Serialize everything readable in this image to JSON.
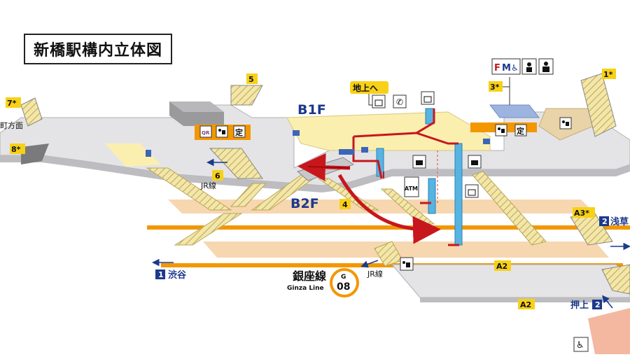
{
  "title": "新橋駅構内立体図",
  "floors": {
    "b1f": "B1F",
    "b2f": "B2F"
  },
  "line": {
    "name": "銀座線",
    "name_en": "Ginza Line",
    "code_letter": "G",
    "code_number": "08",
    "color": "#F39700"
  },
  "exits": {
    "e1": "1*",
    "e3": "3*",
    "e4": "4",
    "e5": "5",
    "e6": "6",
    "e7": "7*",
    "e8": "8*",
    "a2a": "A2",
    "a2b": "A2",
    "a3": "A3*"
  },
  "labels": {
    "to_ground": "地上へ",
    "jr_line_1": "JR線",
    "jr_line_2": "JR線",
    "machi_direction": "町方面",
    "atm": "ATM"
  },
  "directions": {
    "shibuya_num": "1",
    "shibuya": "渋谷",
    "asakusa_num": "2",
    "asakusa": "浅草",
    "oshiage": "押上",
    "oshiage_num": "2"
  },
  "icon_text": {
    "qr": "QR",
    "teiki": "定",
    "wc_m": "M",
    "wc_f": "F"
  },
  "colors": {
    "accent_yellow": "#F7D117",
    "route_red": "#C8161D",
    "elevator_blue": "#56B4E3",
    "exit_blue": "#1C3A8C",
    "platform_orange": "#F7D7B0",
    "concourse_yellow": "#FBEFB0"
  }
}
